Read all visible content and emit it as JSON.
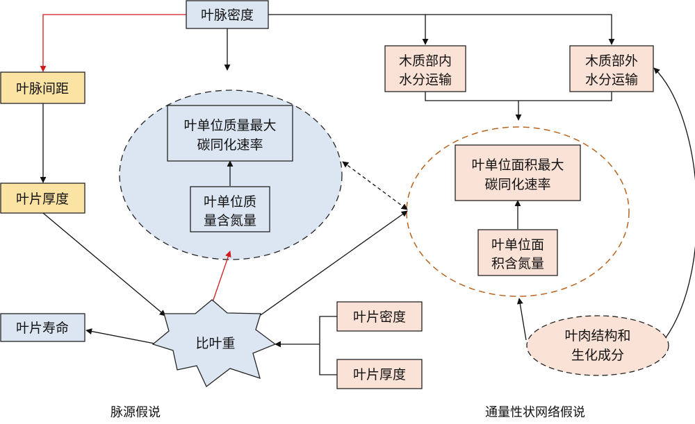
{
  "nodes": {
    "vein_density": "叶脉密度",
    "vein_spacing": "叶脉间距",
    "leaf_thickness_left": "叶片厚度",
    "leaf_lifespan": "叶片寿命",
    "lma": "比叶重",
    "mass_amax": [
      "叶单位质量最大",
      "碳同化速率"
    ],
    "mass_nitrogen": [
      "叶单位质",
      "量含氮量"
    ],
    "xylem_inner": [
      "木质部内",
      "水分运输"
    ],
    "xylem_outer": [
      "木质部外",
      "水分运输"
    ],
    "area_amax": [
      "叶单位面积最大",
      "碳同化速率"
    ],
    "area_nitrogen": [
      "叶单位面",
      "积含氮量"
    ],
    "leaf_density": "叶片密度",
    "leaf_thickness_right": "叶片厚度",
    "mesophyll": [
      "叶肉结构和",
      "生化成分"
    ]
  },
  "captions": {
    "left": "脉源假说",
    "right": "通量性状网络假说"
  },
  "colors": {
    "blue_fill": "#dce6f2",
    "yellow_fill": "#fbe3a4",
    "pink_fill": "#fbe2d6",
    "red_arrow": "#d11a1a",
    "orange_dash": "#b8621b"
  }
}
